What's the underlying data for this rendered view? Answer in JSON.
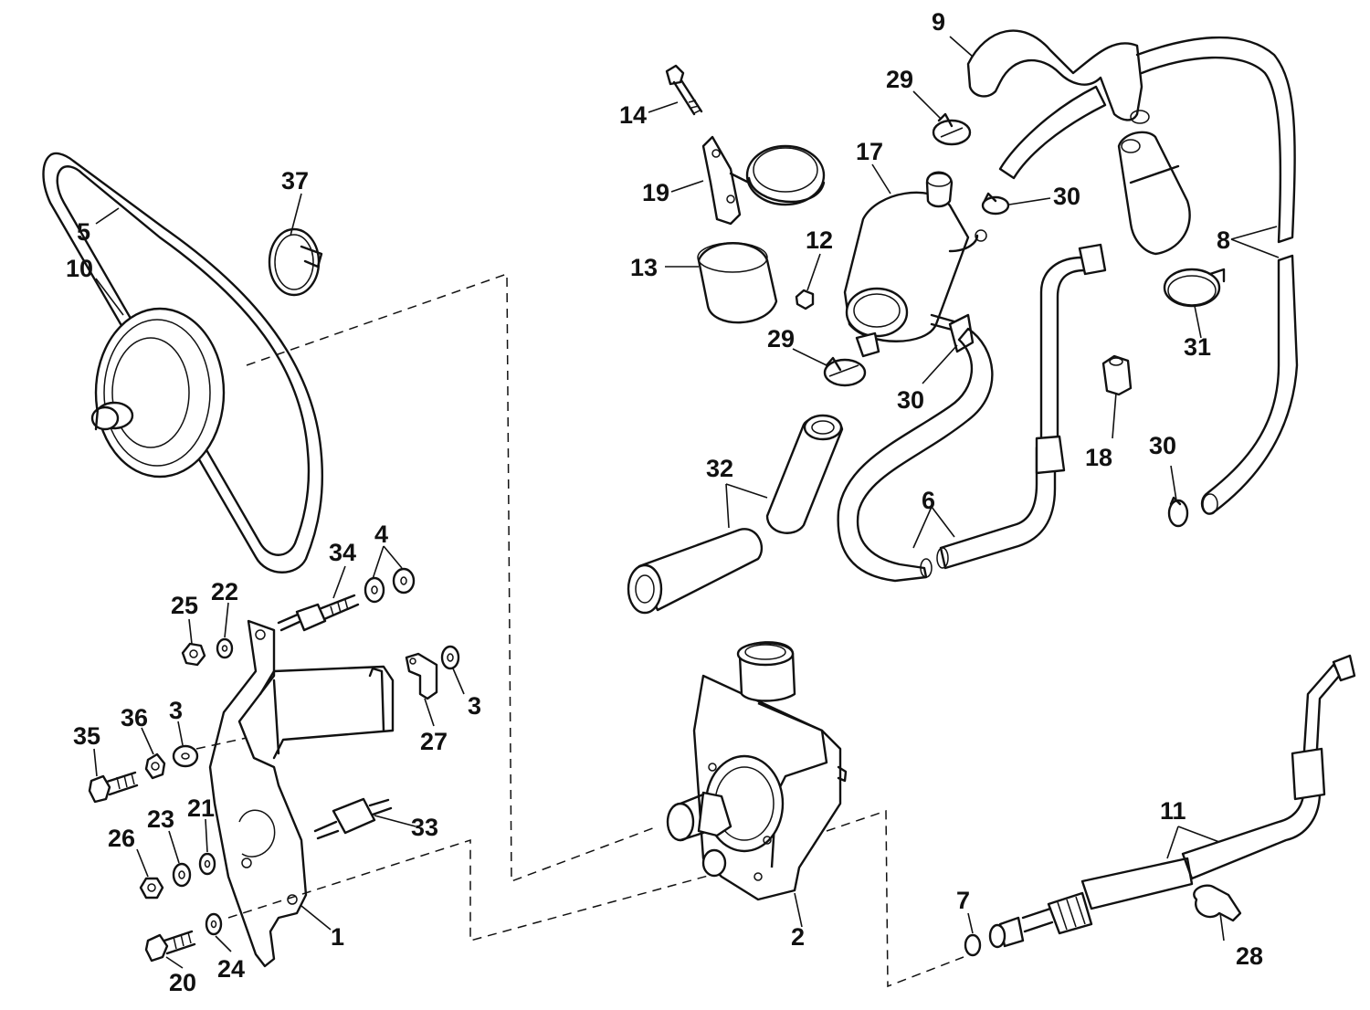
{
  "callouts": {
    "c1": "1",
    "c2": "2",
    "c3a": "3",
    "c3b": "3",
    "c4": "4",
    "c5": "5",
    "c6": "6",
    "c7": "7",
    "c8": "8",
    "c9": "9",
    "c10": "10",
    "c11": "11",
    "c12": "12",
    "c13": "13",
    "c14": "14",
    "c17": "17",
    "c18": "18",
    "c19": "19",
    "c20": "20",
    "c21": "21",
    "c22": "22",
    "c23": "23",
    "c24": "24",
    "c25": "25",
    "c26": "26",
    "c27": "27",
    "c28": "28",
    "c29a": "29",
    "c29b": "29",
    "c30a": "30",
    "c30b": "30",
    "c30c": "30",
    "c31": "31",
    "c32": "32",
    "c33": "33",
    "c34": "34",
    "c35": "35",
    "c36": "36",
    "c37": "37"
  }
}
